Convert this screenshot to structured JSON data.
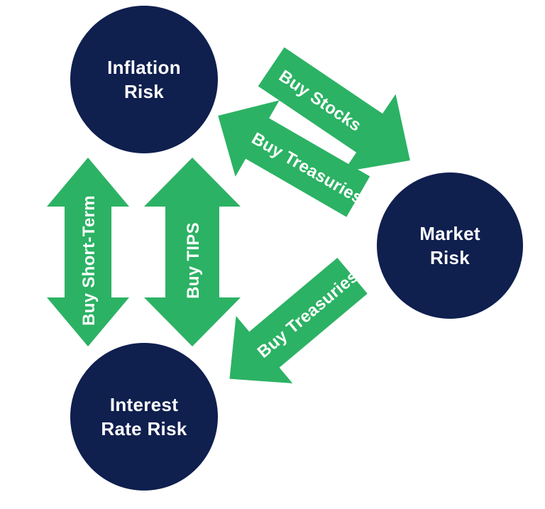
{
  "colors": {
    "background": "#FFFFFF",
    "node_fill": "#0F1F4E",
    "arrow_fill": "#2CB264",
    "label_text": "#FFFFFF"
  },
  "nodes": {
    "inflation_risk": {
      "line1": "Inflation",
      "line2": "Risk"
    },
    "market_risk": {
      "line1": "Market",
      "line2": "Risk"
    },
    "interest_rate_risk": {
      "line1": "Interest",
      "line2": "Rate Risk"
    }
  },
  "arrows": {
    "buy_stocks": {
      "label": "Buy Stocks",
      "from": "Inflation Risk",
      "to": "Market Risk",
      "heads": "single"
    },
    "buy_treasuries_upper": {
      "label": "Buy Treasuries",
      "from": "Market Risk",
      "to": "Inflation Risk",
      "heads": "single"
    },
    "buy_short_term": {
      "label": "Buy Short-Term",
      "from": "Inflation Risk",
      "to": "Interest Rate Risk",
      "heads": "double"
    },
    "buy_tips": {
      "label": "Buy TIPS",
      "from": "Inflation Risk",
      "to": "Interest Rate Risk",
      "heads": "double"
    },
    "buy_treasuries_lower": {
      "label": "Buy Treasuries",
      "from": "Market Risk",
      "to": "Interest Rate Risk",
      "heads": "single"
    }
  }
}
